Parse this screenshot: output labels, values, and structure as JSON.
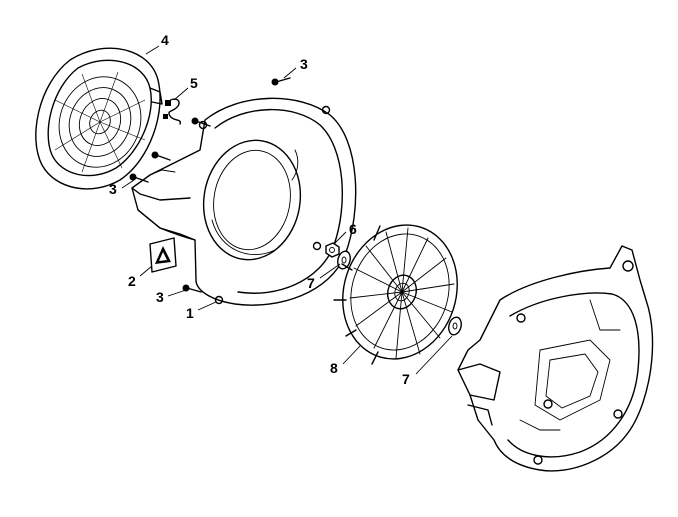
{
  "callouts": {
    "c1": "1",
    "c2": "2",
    "c3a": "3",
    "c3b": "3",
    "c3c": "3",
    "c4": "4",
    "c5": "5",
    "c6": "6",
    "c7a": "7",
    "c7b": "7",
    "c8": "8"
  }
}
